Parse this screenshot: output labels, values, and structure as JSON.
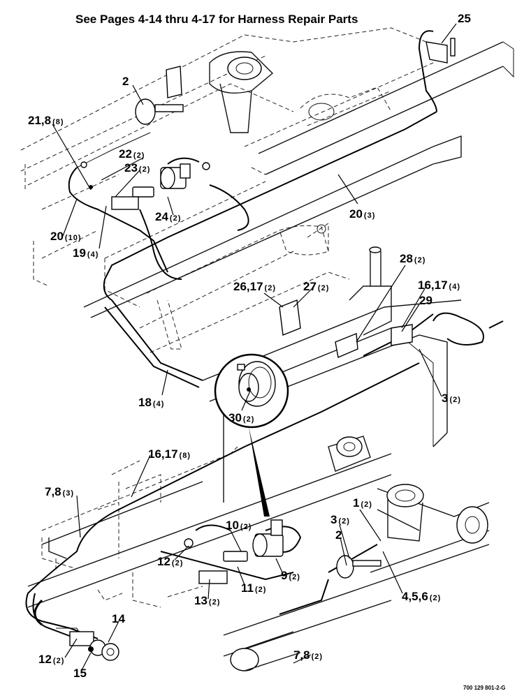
{
  "header": {
    "note": "See Pages 4-14 thru 4-17 for Harness Repair Parts"
  },
  "footer": {
    "figure_id": "700 129 801-2-G"
  },
  "callouts": [
    {
      "label": "25",
      "qty": ""
    },
    {
      "label": "2",
      "qty": ""
    },
    {
      "label": "21,8",
      "qty": "(8)"
    },
    {
      "label": "22",
      "qty": "(2)"
    },
    {
      "label": "23",
      "qty": "(2)"
    },
    {
      "label": "24",
      "qty": "(2)"
    },
    {
      "label": "20",
      "qty": "(3)"
    },
    {
      "label": "20",
      "qty": "(10)"
    },
    {
      "label": "19",
      "qty": "(4)"
    },
    {
      "label": "28",
      "qty": "(2)"
    },
    {
      "label": "26,17",
      "qty": "(2)"
    },
    {
      "label": "27",
      "qty": "(2)"
    },
    {
      "label": "16,17",
      "qty": "(4)"
    },
    {
      "label": "29",
      "qty": ""
    },
    {
      "label": "18",
      "qty": "(4)"
    },
    {
      "label": "3",
      "qty": "(2)"
    },
    {
      "label": "30",
      "qty": "(2)"
    },
    {
      "label": "16,17",
      "qty": "(8)"
    },
    {
      "label": "7,8",
      "qty": "(3)"
    },
    {
      "label": "1",
      "qty": "(2)"
    },
    {
      "label": "10",
      "qty": "(2)"
    },
    {
      "label": "3",
      "qty": "(2)"
    },
    {
      "label": "2",
      "qty": ""
    },
    {
      "label": "12",
      "qty": "(2)"
    },
    {
      "label": "9",
      "qty": "(2)"
    },
    {
      "label": "11",
      "qty": "(2)"
    },
    {
      "label": "4,5,6",
      "qty": "(2)"
    },
    {
      "label": "13",
      "qty": "(2)"
    },
    {
      "label": "14",
      "qty": ""
    },
    {
      "label": "7,8",
      "qty": "(2)"
    },
    {
      "label": "12",
      "qty": "(2)"
    },
    {
      "label": "15",
      "qty": ""
    }
  ]
}
